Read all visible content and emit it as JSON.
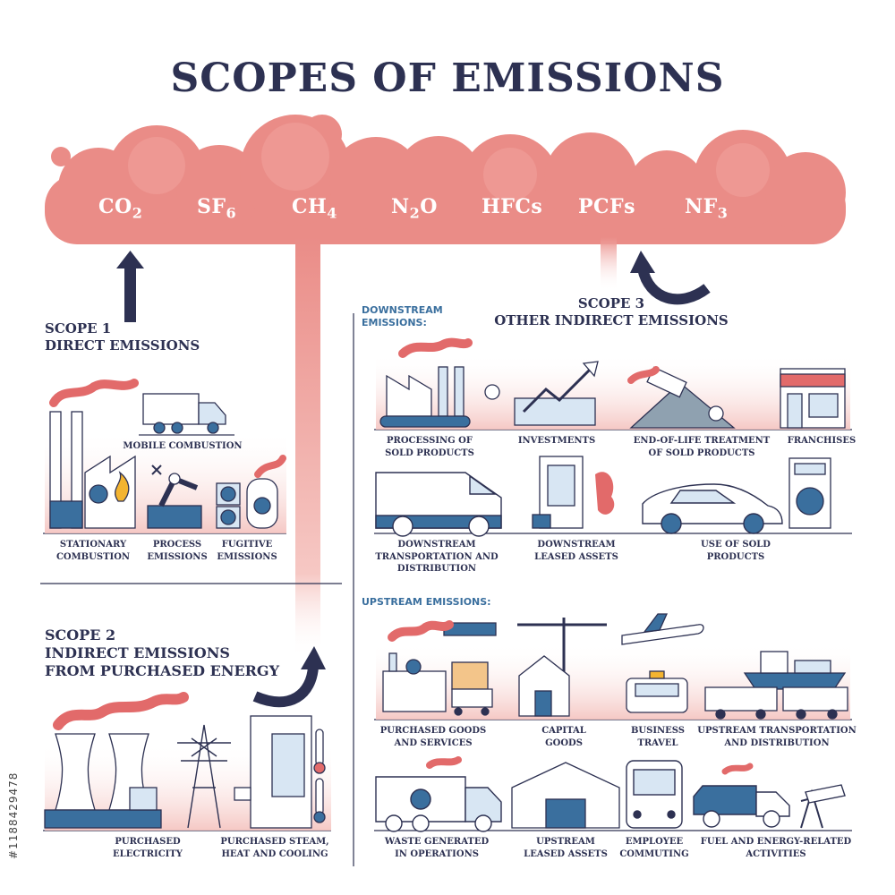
{
  "title": "SCOPES OF EMISSIONS",
  "gases": [
    {
      "base": "CO",
      "sub": "2"
    },
    {
      "base": "SF",
      "sub": "6"
    },
    {
      "base": "CH",
      "sub": "4"
    },
    {
      "base": "N",
      "sub": "2",
      "tail": "O"
    },
    {
      "base": "HFCs",
      "sub": ""
    },
    {
      "base": "PCFs",
      "sub": ""
    },
    {
      "base": "NF",
      "sub": "3"
    }
  ],
  "scope1": {
    "line1": "SCOPE 1",
    "line2": "DIRECT EMISSIONS",
    "items": {
      "mobile": [
        "MOBILE COMBUSTION"
      ],
      "stationary": [
        "STATIONARY",
        "COMBUSTION"
      ],
      "process": [
        "PROCESS",
        "EMISSIONS"
      ],
      "fugitive": [
        "FUGITIVE",
        "EMISSIONS"
      ]
    }
  },
  "scope2": {
    "line1": "SCOPE 2",
    "line2": "INDIRECT EMISSIONS",
    "line3": "FROM PURCHASED ENERGY",
    "items": {
      "electricity": [
        "PURCHASED",
        "ELECTRICITY"
      ],
      "steam": [
        "PURCHASED STEAM,",
        "HEAT AND COOLING"
      ]
    }
  },
  "scope3": {
    "line1": "SCOPE 3",
    "line2": "OTHER INDIRECT EMISSIONS",
    "downstream_label": [
      "DOWNSTREAM",
      "EMISSIONS:"
    ],
    "upstream_label": "UPSTREAM EMISSIONS:",
    "downstream": {
      "processing": [
        "PROCESSING OF",
        "SOLD PRODUCTS"
      ],
      "investments": [
        "INVESTMENTS"
      ],
      "endoflife": [
        "END-OF-LIFE TREATMENT",
        "OF SOLD PRODUCTS"
      ],
      "franchises": [
        "FRANCHISES"
      ],
      "transport": [
        "DOWNSTREAM",
        "TRANSPORTATION AND",
        "DISTRIBUTION"
      ],
      "leased": [
        "DOWNSTREAM",
        "LEASED ASSETS"
      ],
      "use": [
        "USE OF SOLD",
        "PRODUCTS"
      ]
    },
    "upstream": {
      "goods": [
        "PURCHASED GOODS",
        "AND SERVICES"
      ],
      "capital": [
        "CAPITAL",
        "GOODS"
      ],
      "travel": [
        "BUSINESS",
        "TRAVEL"
      ],
      "transport": [
        "UPSTREAM TRANSPORTATION",
        "AND DISTRIBUTION"
      ],
      "waste": [
        "WASTE GENERATED",
        "IN OPERATIONS"
      ],
      "leased": [
        "UPSTREAM",
        "LEASED ASSETS"
      ],
      "commuting": [
        "EMPLOYEE",
        "COMMUTING"
      ],
      "fuel": [
        "FUEL AND ENERGY-RELATED",
        "ACTIVITIES"
      ]
    }
  },
  "image_id": "#1188429478",
  "colors": {
    "cloud": "#ea8c87",
    "cloud_light": "#f3b3ae",
    "navy": "#2d3152",
    "blue": "#3a6f9e",
    "smoke": "#e26a6a"
  }
}
